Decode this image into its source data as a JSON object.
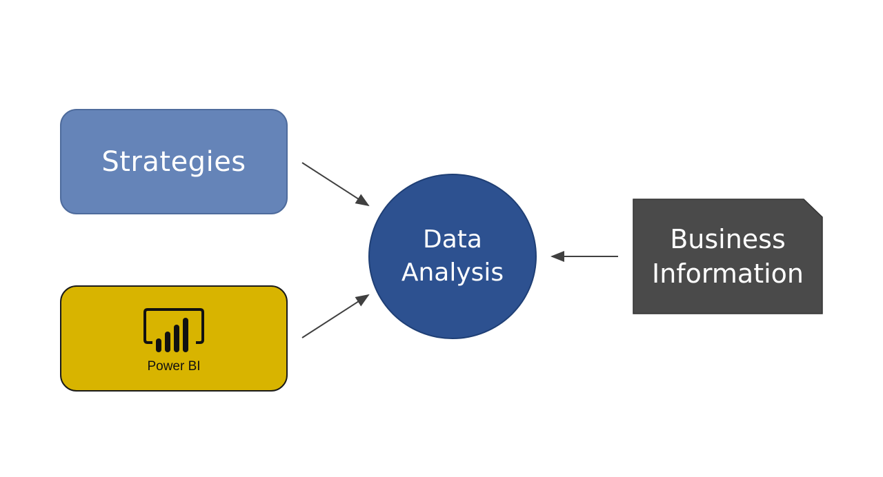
{
  "nodes": {
    "strategies": {
      "label": "Strategies"
    },
    "powerbi": {
      "label": "Power BI",
      "icon": "powerbi-chart-icon"
    },
    "center": {
      "line1": "Data",
      "line2": "Analysis"
    },
    "business": {
      "line1": "Business",
      "line2": "Information"
    }
  },
  "edges": [
    {
      "from": "strategies",
      "to": "center"
    },
    {
      "from": "powerbi",
      "to": "center"
    },
    {
      "from": "business",
      "to": "center"
    }
  ],
  "colors": {
    "strategies": "#6584b8",
    "powerbi": "#d8b400",
    "center": "#2d5190",
    "business": "#4a4a4a",
    "arrow": "#404040"
  }
}
